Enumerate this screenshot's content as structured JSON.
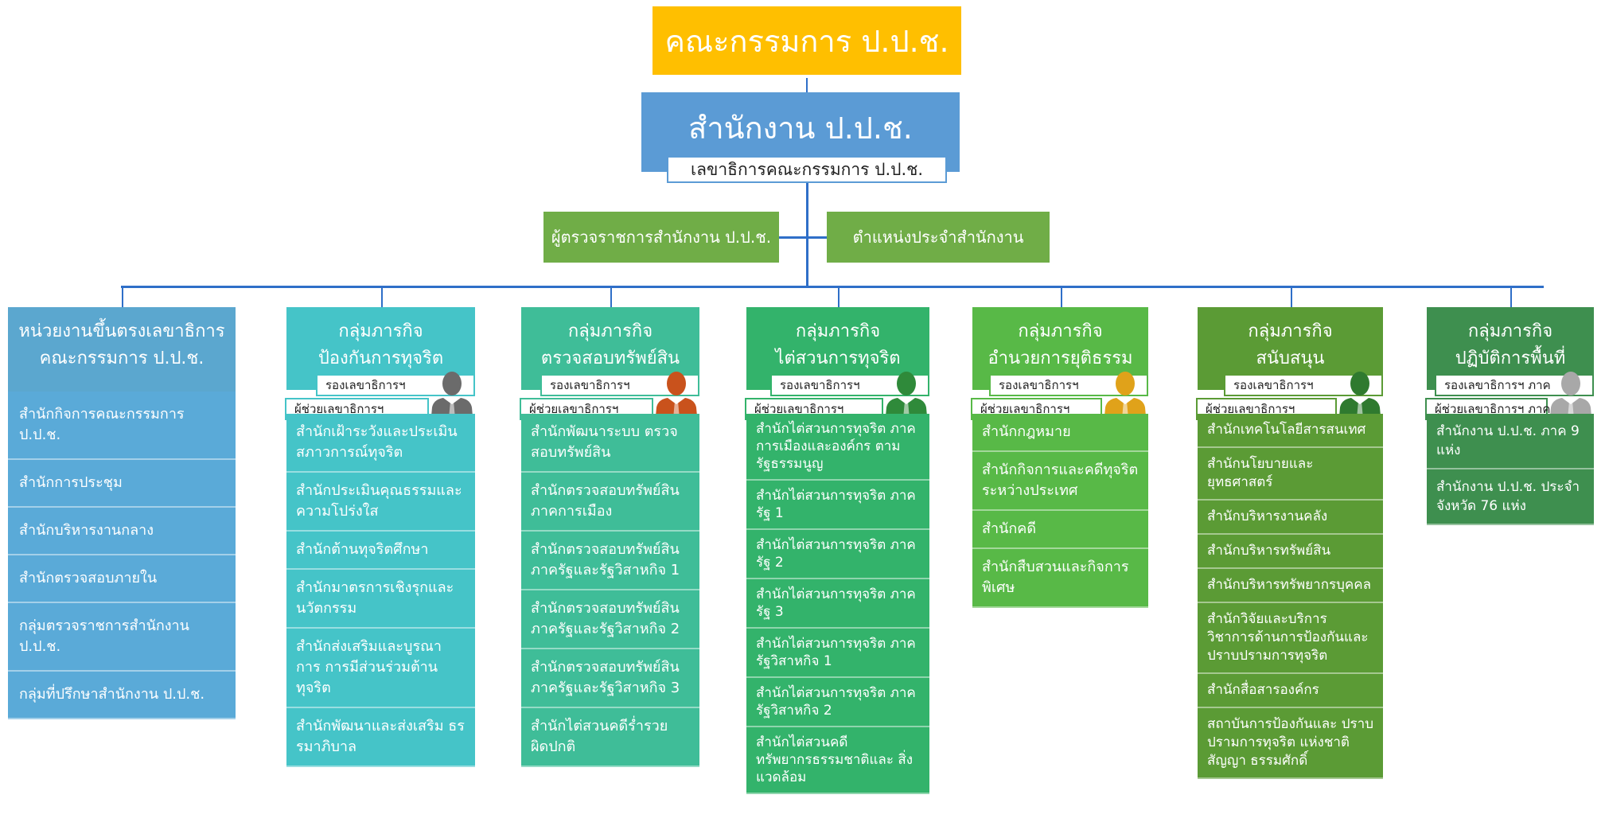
{
  "top": {
    "title": "คณะกรรมการ ป.ป.ช."
  },
  "office": {
    "title": "สำนักงาน ป.ป.ช.",
    "secretary_general": "เลขาธิการคณะกรรมการ ป.ป.ช."
  },
  "inspector_box": "ผู้ตรวจราชการสำนักงาน ป.ป.ช.",
  "positions_box": "ตำแหน่งประจำสำนักงาน",
  "columns": [
    {
      "title_lines": [
        "หน่วยงานขึ้นตรงเลขาธิการ",
        "คณะกรรมการ ป.ป.ช."
      ],
      "deputy": "",
      "assistant": "",
      "items": [
        "สำนักกิจการคณะกรรมการ ป.ป.ช.",
        "สำนักการประชุม",
        "สำนักบริหารงานกลาง",
        "สำนักตรวจสอบภายใน",
        "กลุ่มตรวจราชการสำนักงาน ป.ป.ช.",
        "กลุ่มที่ปรึกษาสำนักงาน ป.ป.ช."
      ]
    },
    {
      "title_lines": [
        "กลุ่มภารกิจ",
        "ป้องกันการทุจริต"
      ],
      "deputy": "รองเลขาธิการฯ",
      "assistant": "ผู้ช่วยเลขาธิการฯ",
      "items": [
        "สำนักเฝ้าระวังและประเมิน สภาวการณ์ทุจริต",
        "สำนักประเมินคุณธรรมและ ความโปร่งใส",
        "สำนักต้านทุจริตศึกษา",
        "สำนักมาตรการเชิงรุกและ นวัตกรรม",
        "สำนักส่งเสริมและบูรณาการ การมีส่วนร่วมต้านทุจริต",
        "สำนักพัฒนาและส่งเสริม ธรรมาภิบาล"
      ]
    },
    {
      "title_lines": [
        "กลุ่มภารกิจ",
        "ตรวจสอบทรัพย์สิน"
      ],
      "deputy": "รองเลขาธิการฯ",
      "assistant": "ผู้ช่วยเลขาธิการฯ",
      "items": [
        "สำนักพัฒนาระบบ ตรวจสอบทรัพย์สิน",
        "สำนักตรวจสอบทรัพย์สิน ภาคการเมือง",
        "สำนักตรวจสอบทรัพย์สิน ภาครัฐและรัฐวิสาหกิจ 1",
        "สำนักตรวจสอบทรัพย์สิน ภาครัฐและรัฐวิสาหกิจ 2",
        "สำนักตรวจสอบทรัพย์สิน ภาครัฐและรัฐวิสาหกิจ 3",
        "สำนักไต่สวนคดีร่ำรวย ผิดปกติ"
      ]
    },
    {
      "title_lines": [
        "กลุ่มภารกิจ",
        "ไต่สวนการทุจริต"
      ],
      "deputy": "รองเลขาธิการฯ",
      "assistant": "ผู้ช่วยเลขาธิการฯ",
      "items": [
        "สำนักไต่สวนการทุจริต ภาคการเมืองและองค์กร ตามรัฐธรรมนูญ",
        "สำนักไต่สวนการทุจริต ภาครัฐ 1",
        "สำนักไต่สวนการทุจริต ภาครัฐ 2",
        "สำนักไต่สวนการทุจริต ภาครัฐ 3",
        "สำนักไต่สวนการทุจริต ภาครัฐวิสาหกิจ 1",
        "สำนักไต่สวนการทุจริต ภาครัฐวิสาหกิจ 2",
        "สำนักไต่สวนคดี ทรัพยากรธรรมชาติและ สิ่งแวดล้อม"
      ]
    },
    {
      "title_lines": [
        "กลุ่มภารกิจ",
        "อำนวยการยุติธรรม"
      ],
      "deputy": "รองเลขาธิการฯ",
      "assistant": "ผู้ช่วยเลขาธิการฯ",
      "items": [
        "สำนักกฎหมาย",
        "สำนักกิจการและคดีทุจริต ระหว่างประเทศ",
        "สำนักคดี",
        "สำนักสืบสวนและกิจการ พิเศษ"
      ]
    },
    {
      "title_lines": [
        "กลุ่มภารกิจ",
        "สนับสนุน"
      ],
      "deputy": "รองเลขาธิการฯ",
      "assistant": "ผู้ช่วยเลขาธิการฯ",
      "items": [
        "สำนักเทคโนโลยีสารสนเทศ",
        "สำนักนโยบายและ ยุทธศาสตร์",
        "สำนักบริหารงานคลัง",
        "สำนักบริหารทรัพย์สิน",
        "สำนักบริหารทรัพยากรบุคคล",
        "สำนักวิจัยและบริการ วิชาการด้านการป้องกันและ ปราบปรามการทุจริต",
        "สำนักสื่อสารองค์กร",
        "สถาบันการป้องกันและ ปราบปรามการทุจริต แห่งชาติ สัญญา ธรรมศักดิ์"
      ]
    },
    {
      "title_lines": [
        "กลุ่มภารกิจ",
        "ปฏิบัติการพื้นที่"
      ],
      "deputy": "รองเลขาธิการฯ ภาค",
      "assistant": "ผู้ช่วยเลขาธิการฯ ภาค",
      "items": [
        "สำนักงาน ป.ป.ช. ภาค 9 แห่ง",
        "สำนักงาน ป.ป.ช. ประจำจังหวัด 76 แห่ง"
      ]
    }
  ],
  "colors": {
    "top": "#ffbf00",
    "office": "#5b9bd5",
    "line": "#2f6fc8",
    "col_heads": [
      "#5ba7cf",
      "#45c4c8",
      "#3fbd98",
      "#33b36b",
      "#58b947",
      "#5b9b35",
      "#3e8f4f"
    ],
    "col_items": [
      "#5aaad8",
      "#45c4c8",
      "#3fbd98",
      "#33b36b",
      "#58b947",
      "#5b9b35",
      "#3e8f4f"
    ],
    "avatars": [
      "",
      "#6b6b6b",
      "#c9521c",
      "#2f8a3a",
      "#e0a21a",
      "#2f7a2f",
      "#a8a8a8"
    ]
  }
}
